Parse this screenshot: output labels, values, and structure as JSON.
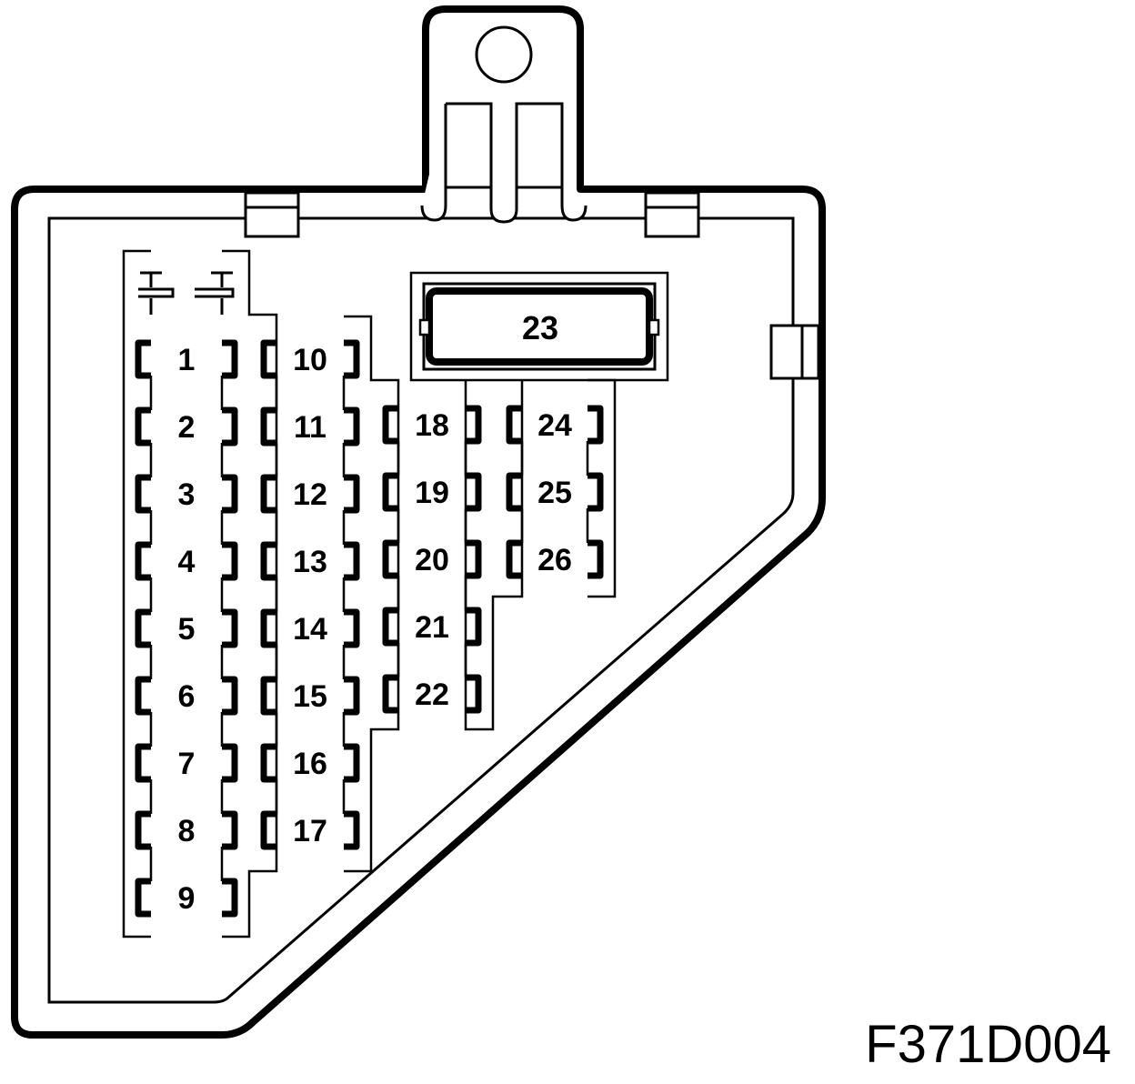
{
  "figure_code": "F371D004",
  "relay": {
    "label": "23"
  },
  "fuse_columns": [
    {
      "fuses": [
        "1",
        "2",
        "3",
        "4",
        "5",
        "6",
        "7",
        "8",
        "9"
      ]
    },
    {
      "fuses": [
        "10",
        "11",
        "12",
        "13",
        "14",
        "15",
        "16",
        "17"
      ]
    },
    {
      "fuses": [
        "18",
        "19",
        "20",
        "21",
        "22"
      ]
    },
    {
      "fuses": [
        "24",
        "25",
        "26"
      ]
    }
  ]
}
